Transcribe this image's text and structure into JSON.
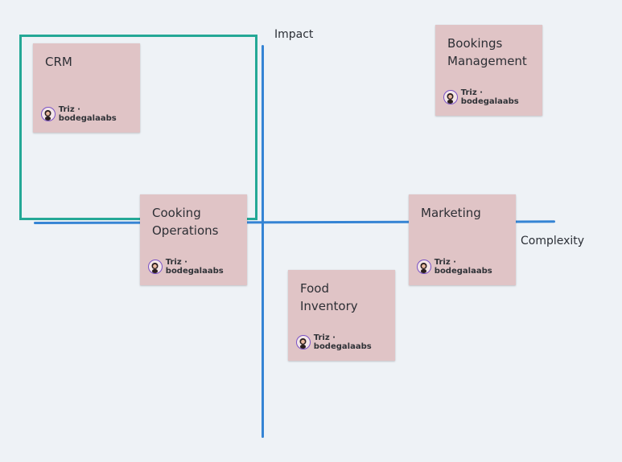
{
  "axes": {
    "vertical_label": "Impact",
    "horizontal_label": "Complexity",
    "color": "#3584d4"
  },
  "frame": {
    "color": "#24a896"
  },
  "notes": [
    {
      "title": "CRM",
      "author": "Triz · bodegalaabs"
    },
    {
      "title": "Bookings\nManagement",
      "author": "Triz · bodegalaabs"
    },
    {
      "title": "Cooking\nOperations",
      "author": "Triz · bodegalaabs"
    },
    {
      "title": "Marketing",
      "author": "Triz · bodegalaabs"
    },
    {
      "title": "Food\nInventory",
      "author": "Triz · bodegalaabs"
    }
  ],
  "note_color": "#e0c4c6",
  "avatar_icon": "user-avatar-icon"
}
